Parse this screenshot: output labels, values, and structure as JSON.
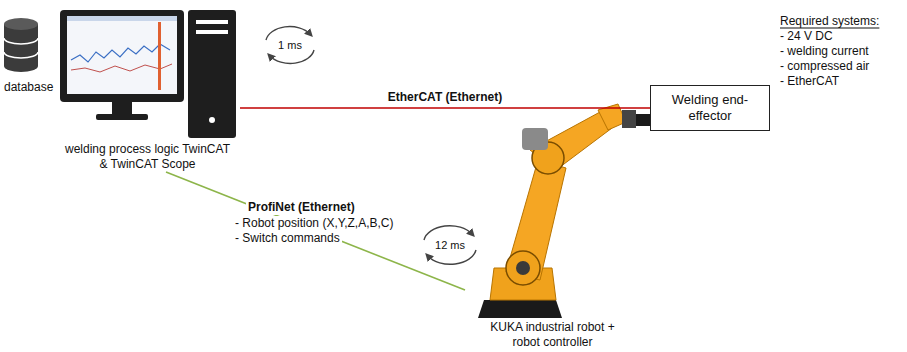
{
  "diagram": {
    "nodes": [
      {
        "text": [
          "welding process logic TwinCAT & TwinCAT Scope"
        ]
      },
      {
        "text": [
          "Welding end-effector"
        ]
      },
      {
        "text": [
          "KUKA industrial robot + robot controller"
        ]
      }
    ],
    "edges": [
      {
        "from": 0,
        "to": 1,
        "arrow": "none",
        "label": "EtherCAT (Ethernet)"
      },
      {
        "from": 0,
        "to": 2,
        "arrow": "none",
        "label": "ProfiNet (Ethernet)"
      }
    ],
    "labels": [
      "database",
      "1 ms",
      "12 ms",
      "- Robot position (X,Y,Z,A,B,C)",
      "- Switch commands",
      "Required systems:",
      "- 24 V DC",
      "- welding current",
      "- compressed air",
      "- EtherCAT"
    ]
  }
}
